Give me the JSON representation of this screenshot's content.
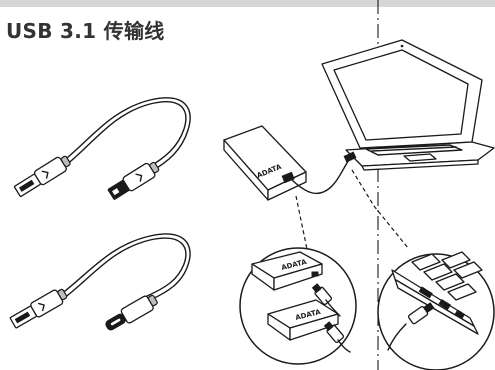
{
  "header": {
    "title": "USB 3.1 传输线"
  },
  "illustration": {
    "brand_mark": "ADATA",
    "icons": [
      "usb-a-to-micro-b-cable",
      "usb-a-to-type-c-cable",
      "external-hard-drive",
      "laptop",
      "drive-port-zoom",
      "laptop-port-zoom"
    ]
  },
  "colors": {
    "ink": "#1a1a1a",
    "title": "#333333",
    "top_rule": "#d6d6d6"
  }
}
